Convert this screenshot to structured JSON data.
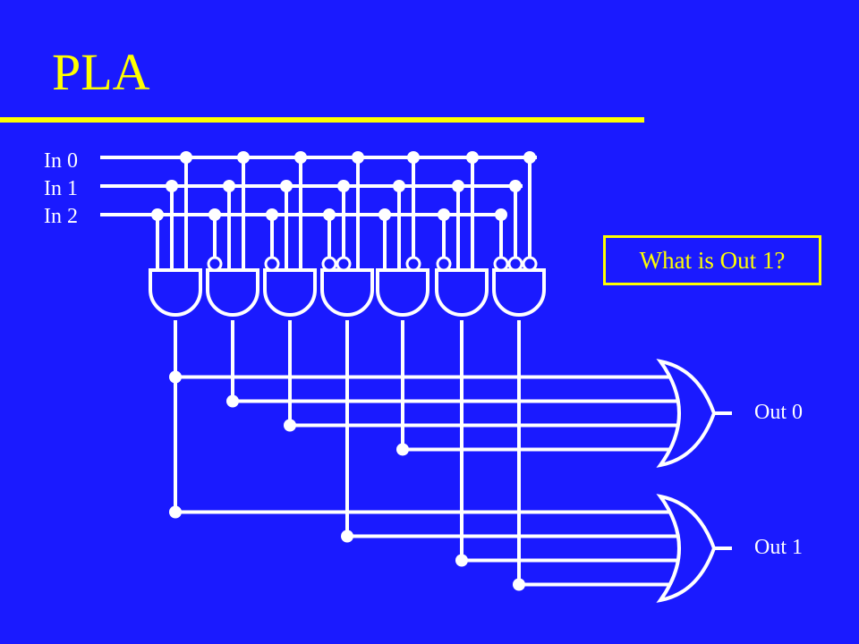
{
  "slide": {
    "title": "PLA",
    "question": "What is Out 1?"
  },
  "inputs": [
    {
      "label": "In 0"
    },
    {
      "label": "In 1"
    },
    {
      "label": "In 2"
    }
  ],
  "outputs": [
    {
      "label": "Out 0"
    },
    {
      "label": "Out 1"
    }
  ],
  "colors": {
    "background": "#1a1aff",
    "accent": "#ffff00",
    "wire": "#ffffff"
  },
  "and_gates": [
    {
      "id": "and-0",
      "inverted_inputs": []
    },
    {
      "id": "and-1",
      "inverted_inputs": [
        2
      ]
    },
    {
      "id": "and-2",
      "inverted_inputs": [
        2
      ]
    },
    {
      "id": "and-3",
      "inverted_inputs": [
        1,
        2
      ]
    },
    {
      "id": "and-4",
      "inverted_inputs": [
        0
      ]
    },
    {
      "id": "and-5",
      "inverted_inputs": [
        2
      ]
    },
    {
      "id": "and-6",
      "inverted_inputs": [
        0,
        1,
        2
      ]
    }
  ],
  "or_gates": [
    {
      "id": "or-0",
      "output": "Out 0",
      "and_inputs": [
        0,
        1,
        2,
        4
      ]
    },
    {
      "id": "or-1",
      "output": "Out 1",
      "and_inputs": [
        0,
        3,
        5,
        6
      ]
    }
  ]
}
